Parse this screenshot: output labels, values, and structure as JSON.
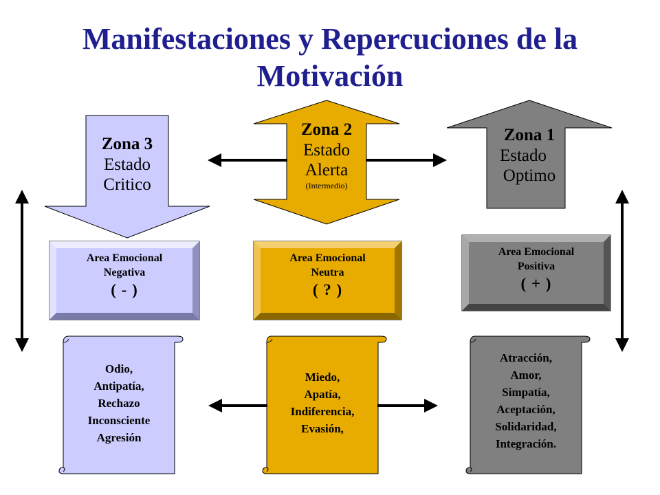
{
  "title": {
    "line1": "Manifestaciones y Repercuciones de la",
    "line2": "Motivación"
  },
  "colors": {
    "title": "#1f1f8f",
    "lavender": "#ccccff",
    "gold": "#e8ac00",
    "gray": "#808080",
    "black": "#000000"
  },
  "zones": [
    {
      "id": "zona3",
      "name": "Zona 3",
      "state1": "Estado",
      "state2": "Critico",
      "direction": "down"
    },
    {
      "id": "zona2",
      "name": "Zona 2",
      "state1": "Estado",
      "state2": "Alerta",
      "note": "(Intermedio)",
      "direction": "both"
    },
    {
      "id": "zona1",
      "name": "Zona 1",
      "state1": "Estado",
      "state2": "Optimo",
      "direction": "up"
    }
  ],
  "areas": [
    {
      "line1": "Area Emocional",
      "line2": "Negativa",
      "sign": "( - )"
    },
    {
      "line1": "Area Emocional",
      "line2": "Neutra",
      "sign": "( ? )"
    },
    {
      "line1": "Area Emocional",
      "line2": "Positiva",
      "sign": "( + )"
    }
  ],
  "lists": [
    {
      "items": [
        "Odio,",
        "Antipatía,",
        "Rechazo",
        "Inconsciente",
        "Agresión"
      ]
    },
    {
      "items": [
        "Miedo,",
        "Apatía,",
        "Indiferencia,",
        "Evasión,"
      ]
    },
    {
      "items": [
        "Atracción,",
        "Amor,",
        "Simpatía,",
        "Aceptación,",
        "Solidaridad,",
        "Integración."
      ]
    }
  ]
}
